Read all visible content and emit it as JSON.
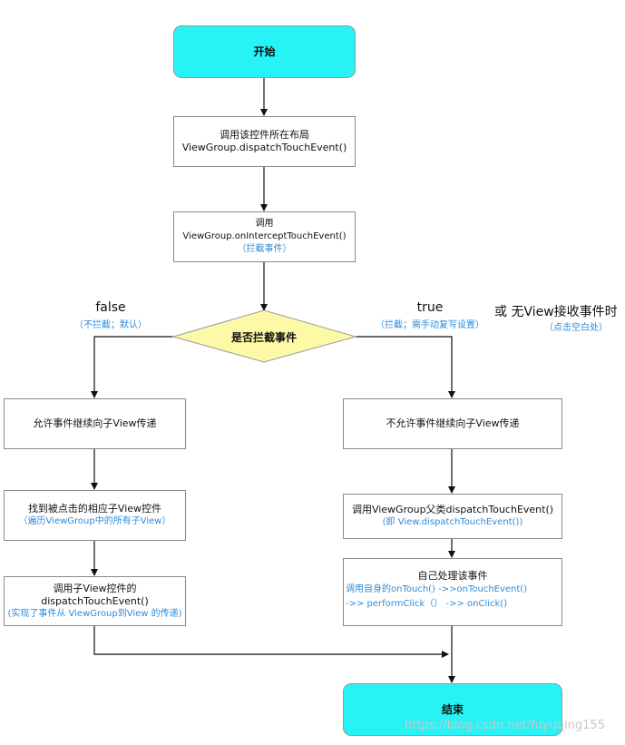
{
  "start": "开始",
  "step1": {
    "line1": "调用该控件所在布局",
    "line2": "ViewGroup.dispatchTouchEvent()"
  },
  "step2": {
    "line1": "调用ViewGroup.onInterceptTouchEvent()",
    "line2": "（拦截事件）"
  },
  "decision": "是否拦截事件",
  "false_branch": {
    "label": "false",
    "note": "（不拦截；默认）"
  },
  "true_branch": {
    "label": "true",
    "note": "（拦截；需手动复写设置）"
  },
  "alt_branch": {
    "label": "或  无View接收事件时",
    "note": "（点击空白处）"
  },
  "left1": "允许事件继续向子View传递",
  "left2": {
    "line1": "找到被点击的相应子View控件",
    "line2": "（遍历ViewGroup中的所有子View）"
  },
  "left3": {
    "line1": "调用子View控件的",
    "line2": "dispatchTouchEvent()",
    "line3": "(实现了事件从 ViewGroup到View 的传递)"
  },
  "right1": "不允许事件继续向子View传递",
  "right2": {
    "line1": "调用ViewGroup父类dispatchTouchEvent()",
    "line2": "(即 View.dispatchTouchEvent())"
  },
  "right3": {
    "title": "自己处理该事件",
    "line1": "调用自身的onTouch() ->>onTouchEvent()",
    "line2": "->> performClick（） ->> onClick()"
  },
  "end": "结束",
  "watermark": "https://blog.csdn.net/fuyuqing155",
  "colors": {
    "terminal": "#27f3f7",
    "decision": "#fdf9a6",
    "note": "#2e8bd8"
  }
}
